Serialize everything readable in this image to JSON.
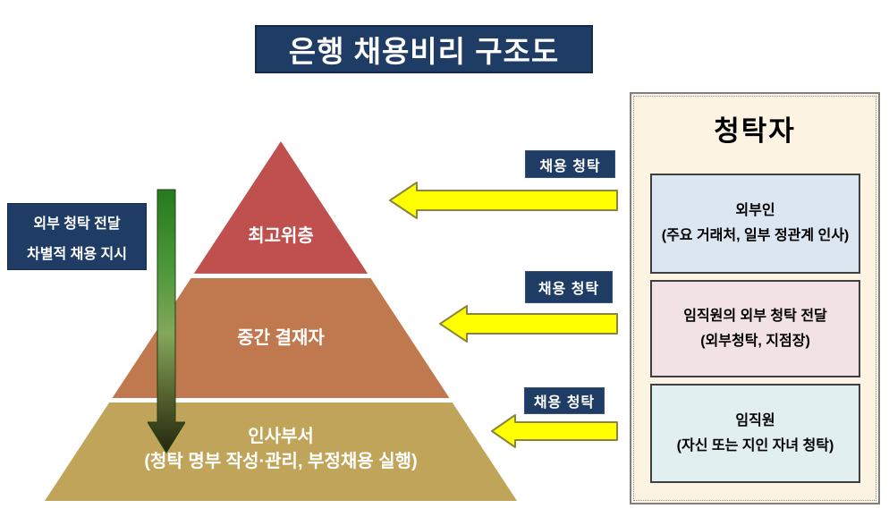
{
  "title": "은행 채용비리 구조도",
  "left_note": {
    "line1": "외부 청탁 전달",
    "line2": "차별적 채용 지시"
  },
  "pyramid": {
    "levels": [
      {
        "label": "최고위층",
        "color": "#C0504D"
      },
      {
        "label": "중간 결재자",
        "color": "#C0784E"
      },
      {
        "label": "인사부서",
        "sublabel": "(청탁 명부 작성·관리, 부정채용 실행)",
        "color": "#C0A45A"
      }
    ]
  },
  "arrows": [
    {
      "label": "채용 청탁"
    },
    {
      "label": "채용 청탁"
    },
    {
      "label": "채용 청탁"
    }
  ],
  "panel": {
    "title": "청탁자",
    "boxes": [
      {
        "line1": "외부인",
        "line2": "(주요 거래처, 일부 정관계 인사)",
        "bg": "#DCE6F1"
      },
      {
        "line1": "임직원의 외부 청탁 전달",
        "line2": "(외부청탁, 지점장)",
        "bg": "#F2E2E5"
      },
      {
        "line1": "임직원",
        "line2": "(자신 또는 지인 자녀 청탁)",
        "bg": "#E1EFF1"
      }
    ]
  },
  "colors": {
    "navy": "#1F3C64",
    "pyramid_top": "#C0504D",
    "pyramid_middle": "#C0784E",
    "pyramid_bottom": "#C0A45A",
    "arrow_yellow": "#FFFF00",
    "arrow_yellow_border": "#8A8440",
    "green_arrow_top": "#2E7D1E",
    "green_arrow_bottom": "#23270F",
    "panel_bg": "#FCF3E2",
    "box_blue": "#DCE6F1",
    "box_pink": "#F2E2E5",
    "box_cyan": "#E1EFF1"
  }
}
